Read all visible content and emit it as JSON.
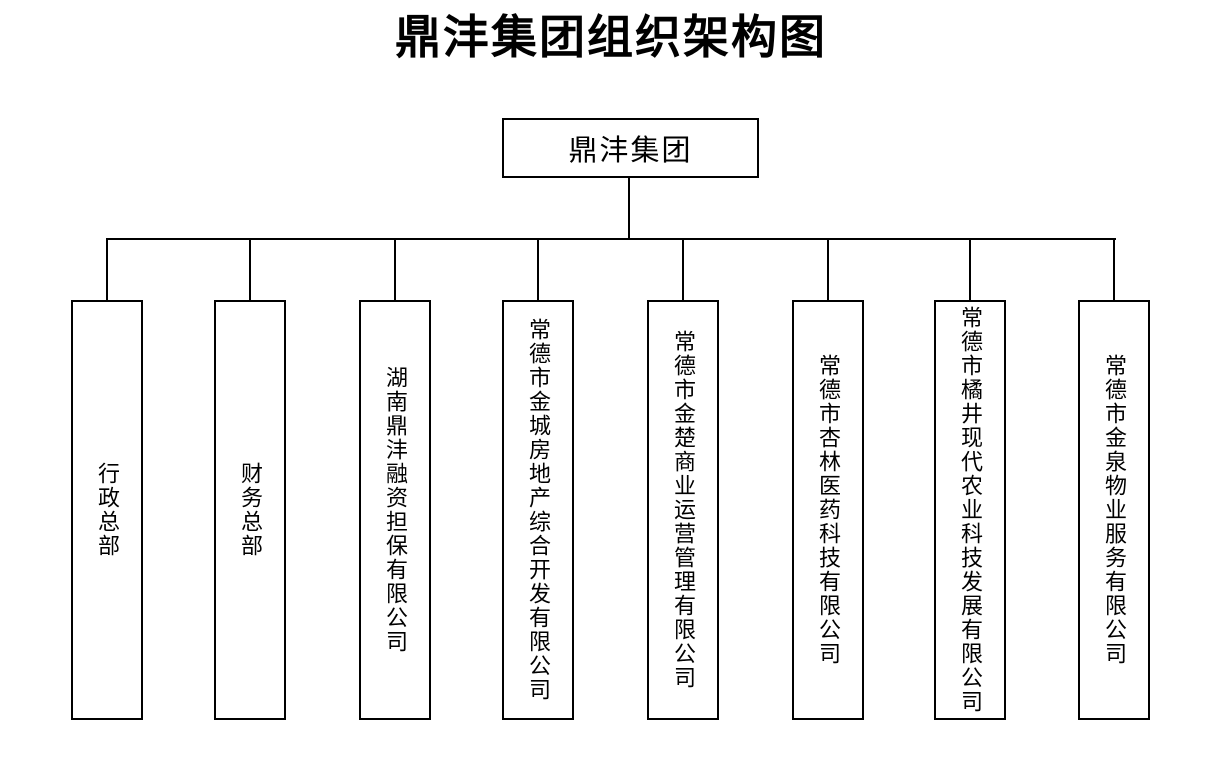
{
  "title": "鼎沣集团组织架构图",
  "root": {
    "label": "鼎沣集团"
  },
  "children": [
    {
      "label": "行政总部"
    },
    {
      "label": "财务总部"
    },
    {
      "label": "湖南鼎沣融资担保有限公司"
    },
    {
      "label": "常德市金城房地产综合开发有限公司"
    },
    {
      "label": "常德市金楚商业运营管理有限公司"
    },
    {
      "label": "常德市杏林医药科技有限公司"
    },
    {
      "label": "常德市橘井现代农业科技发展有限公司"
    },
    {
      "label": "常德市金泉物业服务有限公司"
    }
  ],
  "colors": {
    "background": "#ffffff",
    "line": "#000000",
    "text": "#000000"
  }
}
